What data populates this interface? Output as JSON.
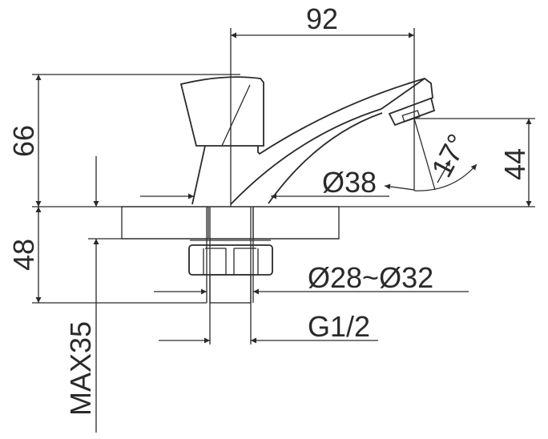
{
  "drawing": {
    "dimensions": {
      "spout_reach": "92",
      "height_above_deck": "66",
      "spout_outlet_height": "44",
      "outlet_angle": "17°",
      "base_diameter": "Ø38",
      "below_deck_length": "48",
      "nut_diameter": "Ø28~Ø32",
      "thread": "G1/2",
      "max_deck_thickness": "MAX35"
    },
    "line_color": "#2a2a2a"
  }
}
